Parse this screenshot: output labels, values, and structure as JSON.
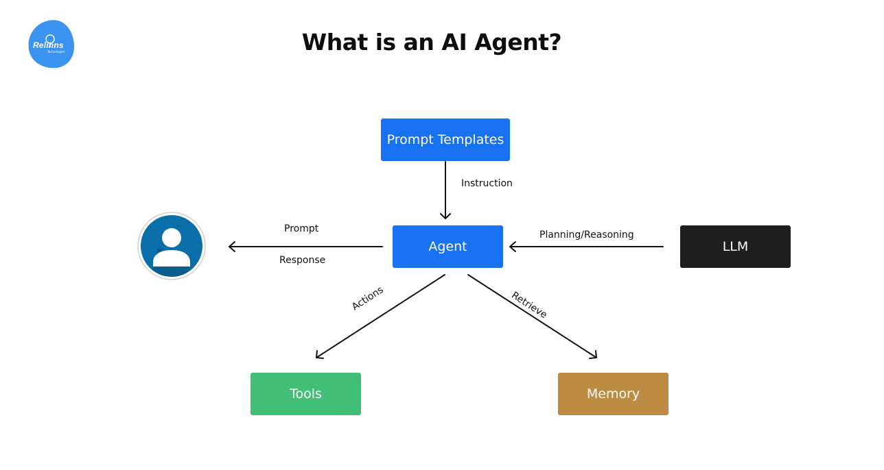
{
  "logo": {
    "name": "Relinns",
    "subtitle": "Technologies",
    "color": "#3b93f0"
  },
  "title": "What is an AI Agent?",
  "nodes": {
    "prompt_templates": "Prompt Templates",
    "agent": "Agent",
    "llm": "LLM",
    "tools": "Tools",
    "memory": "Memory"
  },
  "edges": {
    "instruction": "Instruction",
    "prompt": "Prompt",
    "response": "Response",
    "planning": "Planning/Reasoning",
    "actions": "Actions",
    "retrieve": "Retrieve"
  },
  "user_icon": "user-avatar-icon",
  "colors": {
    "primary_blue": "#1871f0",
    "llm": "#1e1e1e",
    "tools": "#42bf76",
    "memory": "#bd8c42",
    "user_ring": "#0a6fa8"
  }
}
